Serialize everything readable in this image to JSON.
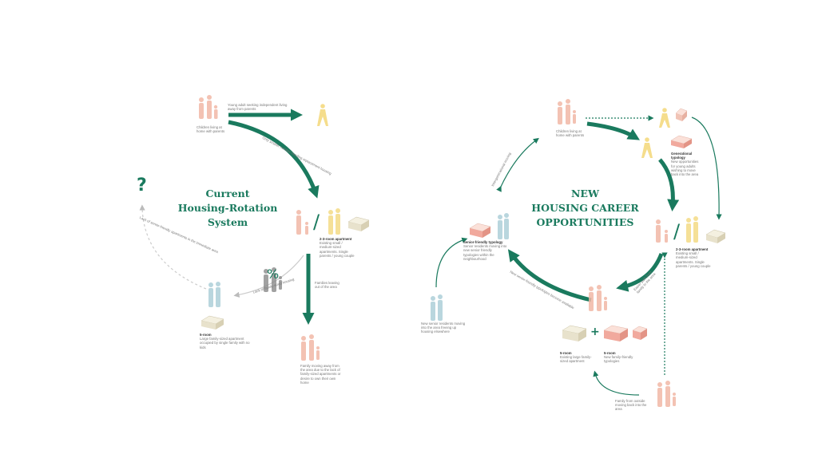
{
  "left": {
    "title_lines": [
      "Current",
      "Housing-Rotation",
      "System"
    ],
    "children_label": "Children living at home with parents",
    "young_adult_label": "Young adult seeking independent living away from parents",
    "arc_top_label": "Only smaller number needing replacement housing",
    "apartment_2_3_title": "2-3-room apartment",
    "apartment_2_3_text": "Existing small / medium-sized apartments. Single parents / young couple",
    "families_leaving_label": "Families leaving out of the area",
    "family_moving_away_label": "Family moving away from the area due to the lack of family-sized apartments or desire to own their own home",
    "lack_housing_label": "Lack of family-sized housing",
    "five_room_title": "5-room",
    "five_room_text": "Large family-sized apartment occupied by single family with no kids",
    "left_arc_label": "Lack of senior-friendly apartments in the immediate area",
    "question_mark": "?",
    "slash": "/",
    "percent": "%"
  },
  "right": {
    "title_lines": [
      "NEW",
      "HOUSING CAREER",
      "OPPORTUNITIES"
    ],
    "children_label": "Children living at home with parents",
    "generational_title": "Generational typology",
    "generational_text": "New opportunities for young adults wishing to move back into the area",
    "apartment_2_3_title": "2-3-room apartment",
    "apartment_2_3_text": "Existing small / medium-sized apartments. Single parents / young couple",
    "senior_title": "Senior-friendly typology",
    "senior_text": "Senior residents moving into new senior friendly typologies within the neighbourhood",
    "new_senior_label": "New senior residents moving into the area freeing up housing elsewhere",
    "five_room_existing_title": "5-room",
    "five_room_existing_text": "Existing large family-sized apartment",
    "five_room_new_title": "5-room",
    "five_room_new_text": "New family-friendly typologies",
    "family_from_outside_label": "Family from outside moving back into the area",
    "intergenerational_label": "Intergenerational moving",
    "arc_bottom_label": "New senior-friendly typologies become available",
    "arc_right_label": "Easier path from family to the area",
    "plus": "+",
    "slash": "/"
  },
  "colors": {
    "green": "#1a7a5e",
    "gray_arrow": "#cccccc",
    "pink_figure": "#f2b8a6",
    "yellow_figure": "#f5dd8c",
    "blue_figure": "#b9d6de",
    "gray_figure": "#8a8a8a",
    "beige_box": "#e8e2cc",
    "pink_box": "#f1a99d"
  },
  "icons": [
    "family-figure-icon",
    "young-adult-figure-icon",
    "apartment-box-icon",
    "senior-figure-icon"
  ]
}
